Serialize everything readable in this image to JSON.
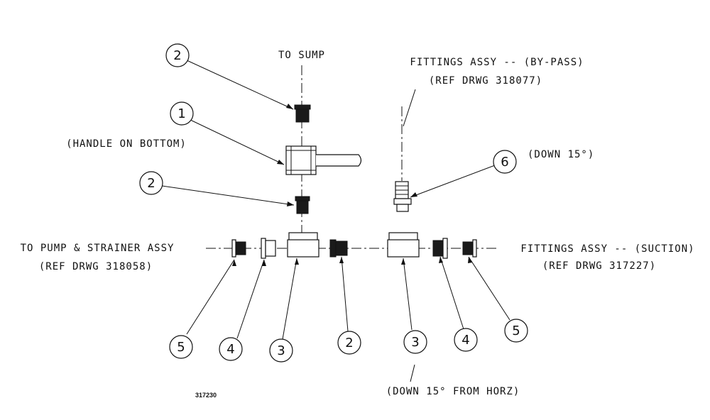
{
  "labels": {
    "to_sump": "TO SUMP",
    "handle_on_bottom": "(HANDLE ON BOTTOM)",
    "bypass_title": "FITTINGS ASSY -- (BY-PASS)",
    "bypass_ref": "(REF DRWG 318077)",
    "down_15": "(DOWN 15°)",
    "pump_title": "TO PUMP & STRAINER ASSY",
    "pump_ref": "(REF DRWG 318058)",
    "suction_title": "FITTINGS ASSY -- (SUCTION)",
    "suction_ref": "(REF DRWG 317227)",
    "down_15_horz": "(DOWN 15° FROM HORZ)",
    "drawing_number": "317230"
  },
  "bubbles": {
    "top_2": "2",
    "valve_1": "1",
    "mid_2": "2",
    "fitting_6": "6",
    "b5_left": "5",
    "b4_left": "4",
    "b3_left": "3",
    "b2_bottom": "2",
    "b3_right": "3",
    "b4_right": "4",
    "b5_right": "5"
  }
}
